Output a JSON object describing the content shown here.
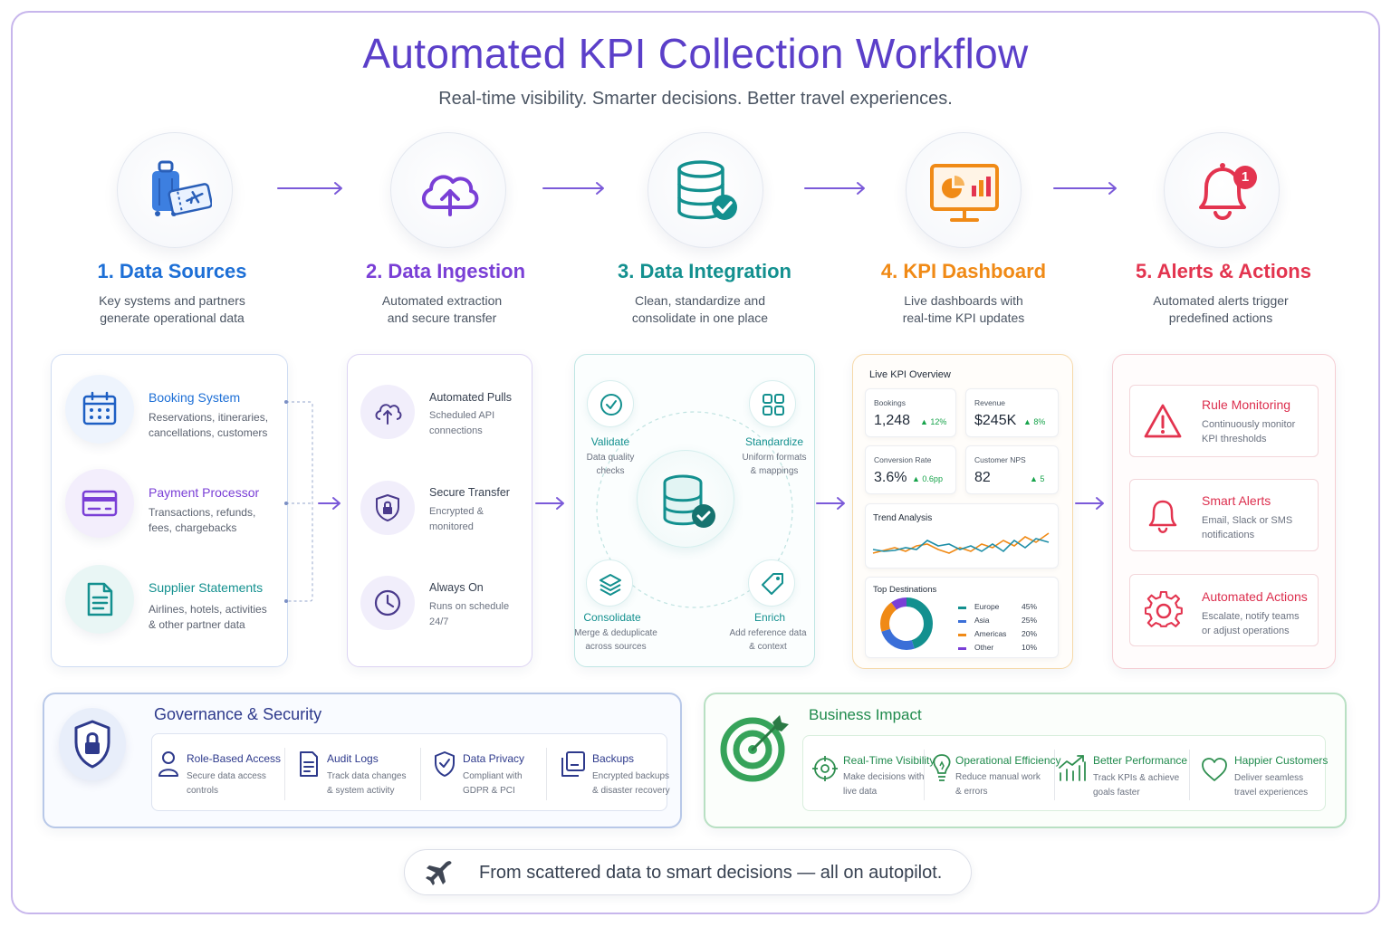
{
  "header": {
    "title": "Automated KPI Collection Workflow",
    "subtitle": "Real-time visibility. Smarter decisions. Better travel experiences."
  },
  "stages": [
    {
      "title": "1. Data Sources",
      "desc1": "Key systems and partners",
      "desc2": "generate operational data",
      "color": "#1d6fd6",
      "icon": "luggage-ticket-icon"
    },
    {
      "title": "2. Data Ingestion",
      "desc1": "Automated extraction",
      "desc2": "and secure transfer",
      "color": "#7a3fd6",
      "icon": "cloud-upload-icon"
    },
    {
      "title": "3. Data Integration",
      "desc1": "Clean, standardize and",
      "desc2": "consolidate in one place",
      "color": "#13908f",
      "icon": "database-check-icon"
    },
    {
      "title": "4. KPI Dashboard",
      "desc1": "Live dashboards with",
      "desc2": "real-time KPI updates",
      "color": "#f08a16",
      "icon": "monitor-chart-icon"
    },
    {
      "title": "5. Alerts & Actions",
      "desc1": "Automated alerts trigger",
      "desc2": "predefined actions",
      "color": "#e3344f",
      "icon": "bell-icon",
      "badge": "1"
    }
  ],
  "sources": [
    {
      "title": "Booking System",
      "desc1": "Reservations, itineraries,",
      "desc2": "cancellations, customers",
      "color": "#1d6fd6"
    },
    {
      "title": "Payment Processor",
      "desc1": "Transactions, refunds,",
      "desc2": "fees, chargebacks",
      "color": "#7a3fd6"
    },
    {
      "title": "Supplier Statements",
      "desc1": "Airlines, hotels, activities",
      "desc2": "& other partner data",
      "color": "#13908f"
    }
  ],
  "ingestion": [
    {
      "title": "Automated Pulls",
      "desc1": "Scheduled API",
      "desc2": "connections"
    },
    {
      "title": "Secure Transfer",
      "desc1": "Encrypted &",
      "desc2": "monitored"
    },
    {
      "title": "Always On",
      "desc1": "Runs on schedule",
      "desc2": "24/7"
    }
  ],
  "integration": {
    "validate": {
      "title": "Validate",
      "desc1": "Data quality",
      "desc2": "checks"
    },
    "standardize": {
      "title": "Standardize",
      "desc1": "Uniform formats",
      "desc2": "& mappings"
    },
    "consolidate": {
      "title": "Consolidate",
      "desc1": "Merge & deduplicate",
      "desc2": "across sources"
    },
    "enrich": {
      "title": "Enrich",
      "desc1": "Add reference data",
      "desc2": "& context"
    }
  },
  "dashboard": {
    "heading": "Live KPI Overview",
    "kpis": [
      {
        "label": "Bookings",
        "value": "1,248",
        "change": "12%"
      },
      {
        "label": "Revenue",
        "value": "$245K",
        "change": "8%"
      },
      {
        "label": "Conversion Rate",
        "value": "3.6%",
        "change": "0.6pp"
      },
      {
        "label": "Customer NPS",
        "value": "82",
        "change": "5"
      }
    ],
    "trend_title": "Trend Analysis",
    "dest_title": "Top Destinations",
    "destinations": [
      {
        "name": "Europe",
        "pct": "45%",
        "value": 45,
        "color": "#13908f"
      },
      {
        "name": "Asia",
        "pct": "25%",
        "value": 25,
        "color": "#3b6fd8"
      },
      {
        "name": "Americas",
        "pct": "20%",
        "value": 20,
        "color": "#f08a16"
      },
      {
        "name": "Other",
        "pct": "10%",
        "value": 10,
        "color": "#7a3fd6"
      }
    ]
  },
  "alerts": [
    {
      "title": "Rule Monitoring",
      "desc1": "Continuously monitor",
      "desc2": "KPI thresholds"
    },
    {
      "title": "Smart Alerts",
      "desc1": "Email, Slack or SMS",
      "desc2": "notifications"
    },
    {
      "title": "Automated Actions",
      "desc1": "Escalate, notify teams",
      "desc2": "or adjust operations"
    }
  ],
  "governance": {
    "title": "Governance & Security",
    "items": [
      {
        "title": "Role-Based Access",
        "desc1": "Secure data access",
        "desc2": "controls"
      },
      {
        "title": "Audit Logs",
        "desc1": "Track data changes",
        "desc2": "& system activity"
      },
      {
        "title": "Data Privacy",
        "desc1": "Compliant with",
        "desc2": "GDPR & PCI"
      },
      {
        "title": "Backups",
        "desc1": "Encrypted backups",
        "desc2": "& disaster recovery"
      }
    ]
  },
  "impact": {
    "title": "Business Impact",
    "items": [
      {
        "title": "Real-Time Visibility",
        "desc1": "Make decisions with",
        "desc2": "live data"
      },
      {
        "title": "Operational Efficiency",
        "desc1": "Reduce manual work",
        "desc2": "& errors"
      },
      {
        "title": "Better Performance",
        "desc1": "Track KPIs & achieve",
        "desc2": "goals faster"
      },
      {
        "title": "Happier Customers",
        "desc1": "Deliver seamless",
        "desc2": "travel experiences"
      }
    ]
  },
  "footer": {
    "tagline": "From scattered data to smart decisions — all on autopilot."
  }
}
